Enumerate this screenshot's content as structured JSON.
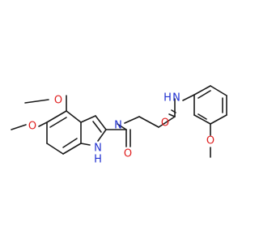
{
  "diagram": {
    "kind": "skeletal structure formula",
    "colors": {
      "bond": "#1a1a1a",
      "oxygen": "#e02020",
      "nitrogen": "#2030d0",
      "background": "#ffffff"
    },
    "atom_labels": {
      "methoxy_o_top": "O",
      "methoxy_o_left": "O",
      "amide_o_left": "O",
      "amide_nh_link": "N",
      "indole_nh": "N",
      "indole_h": "H",
      "amide_o_right": "O",
      "anilide_n": "N",
      "anilide_h": "H",
      "aryl_methoxy_o": "O"
    }
  }
}
